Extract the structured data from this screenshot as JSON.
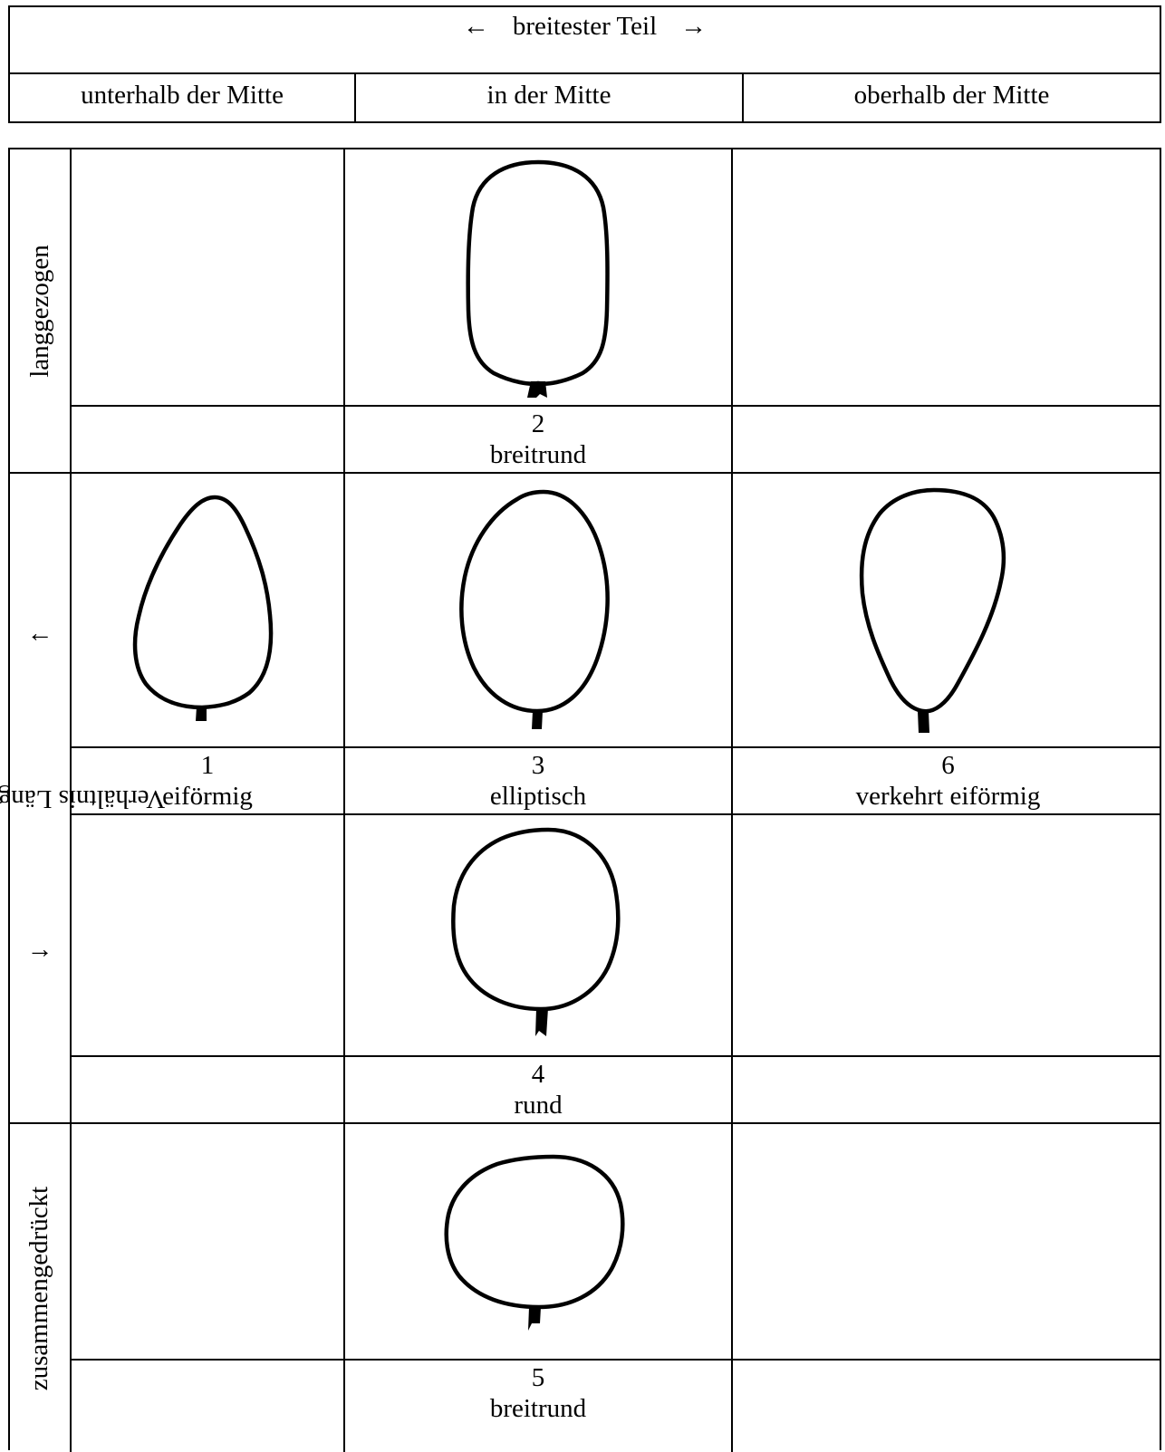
{
  "header": {
    "arrow_left": "←",
    "title": "breitester Teil",
    "arrow_right": "→",
    "columns": [
      "unterhalb der Mitte",
      "in der Mitte",
      "oberhalb der Mitte"
    ]
  },
  "side": {
    "elongated": "langgezogen",
    "ratio_arrow_down": "←",
    "ratio": "Verhältnis Länge/Breite",
    "ratio_arrow_up": "→",
    "compressed": "zusammengedrückt"
  },
  "shapes": [
    {
      "number": "2",
      "name": "breitrund"
    },
    {
      "number": "1",
      "name": "eiförmig"
    },
    {
      "number": "3",
      "name": "elliptisch"
    },
    {
      "number": "6",
      "name": "verkehrt eiförmig"
    },
    {
      "number": "4",
      "name": "rund"
    },
    {
      "number": "5",
      "name": "breitrund"
    }
  ]
}
